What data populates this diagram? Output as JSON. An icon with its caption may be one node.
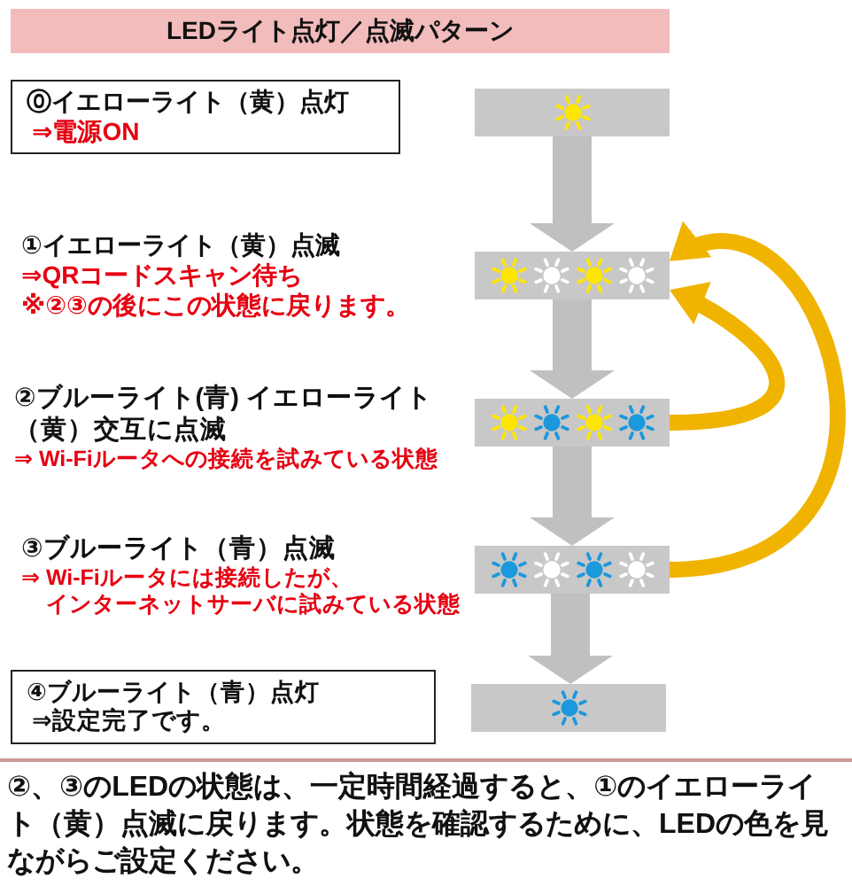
{
  "diagram": {
    "title": "LEDライト点灯／点滅パターン",
    "nodes": [
      {
        "text": [
          "⓪イエローライト（黄）点灯",
          "⇒電源ON"
        ]
      },
      {
        "text": [],
        "shape": "bar"
      },
      {
        "text": [],
        "shape": "bar",
        "beside": [
          "①イエローライト（黄）点滅",
          "⇒QRコードスキャン待ち",
          "※②③の後にこの状態に戻ります。"
        ]
      },
      {
        "text": [],
        "shape": "bar",
        "beside": [
          "②ブルーライト(青) イエローライト（黄）交互に点滅",
          "⇒ Wi-Fiルータへの接続を試みている状態"
        ]
      },
      {
        "text": [],
        "shape": "bar",
        "beside": [
          "③ブルーライト（青）点滅",
          "⇒ Wi-Fiルータには接続したが、インターネットサーバに試みている状態"
        ]
      },
      {
        "text": [
          "④ブルーライト（青）点灯",
          "⇒設定完了です。"
        ]
      },
      {
        "text": [],
        "shape": "bar"
      }
    ],
    "edges": [
      {
        "from": 1,
        "to": 2,
        "arrow": "to"
      },
      {
        "from": 2,
        "to": 3,
        "arrow": "to"
      },
      {
        "from": 3,
        "to": 4,
        "arrow": "to"
      },
      {
        "from": 4,
        "to": 6,
        "arrow": "to"
      },
      {
        "from": 3,
        "to": 2,
        "arrow": "to",
        "color": "#f0b400"
      },
      {
        "from": 4,
        "to": 2,
        "arrow": "to",
        "color": "#f0b400"
      }
    ],
    "caption": "②、③のLEDの状態は、一定時間経過すると、①のイエローライト（黄）点滅に戻ります。状態を確認するために、LEDの色を見ながらご設定ください。"
  }
}
